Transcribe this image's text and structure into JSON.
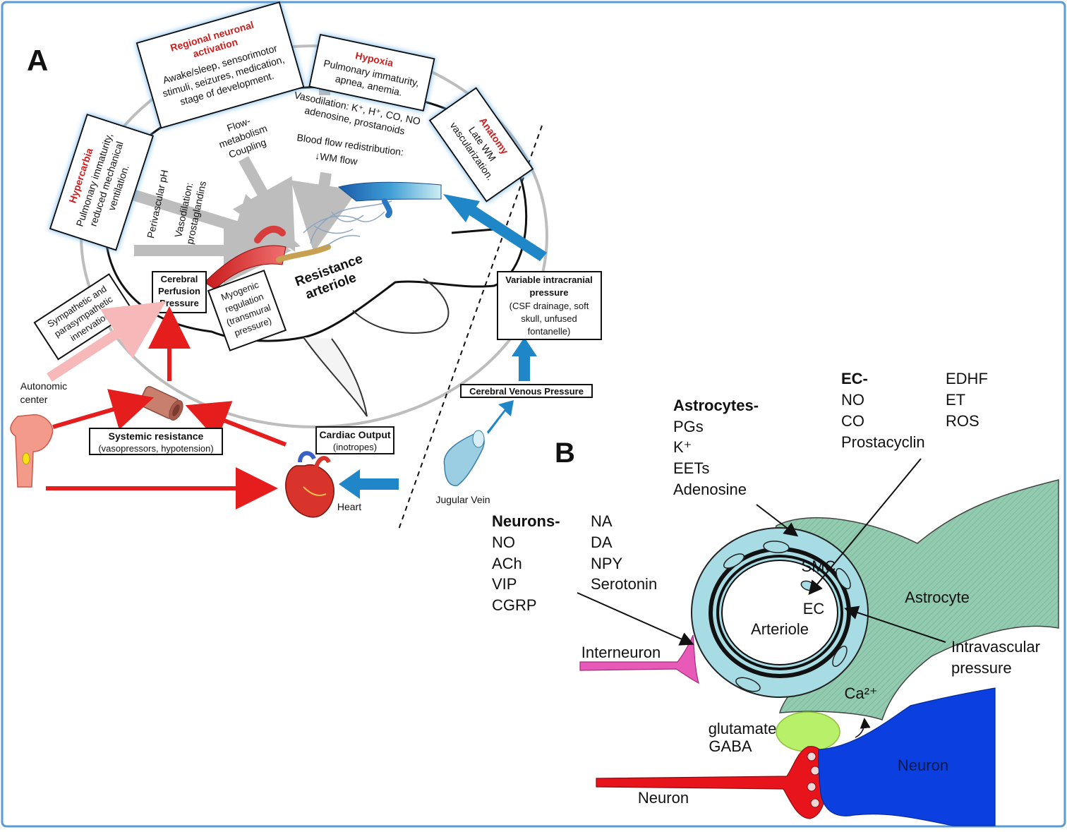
{
  "panel_labels": {
    "a": "A",
    "b": "B"
  },
  "boxes": {
    "regional": {
      "title_lines": [
        "Regional neuronal",
        "activation"
      ],
      "body_lines": [
        "Awake/sleep, sensorimotor",
        "stimuli, seizures, medication,",
        "stage of development."
      ]
    },
    "hypoxia": {
      "title": "Hypoxia",
      "body_lines": [
        "Pulmonary immaturity,",
        "apnea, anemia."
      ]
    },
    "anatomy": {
      "title": "Anatomy",
      "body_lines": [
        "Late WM",
        "vascularization."
      ]
    },
    "hypercarbia": {
      "title": "Hypercarbia",
      "body_lines": [
        "Pulmonary immaturity,",
        "reduced mechanical",
        "ventilation."
      ]
    },
    "cpp": {
      "lines": [
        "Cerebral",
        "Perfusion",
        "Pressure"
      ]
    },
    "myogenic": {
      "lines": [
        "Myogenic",
        "regulation",
        "(transmural",
        "pressure)"
      ]
    },
    "symp": {
      "lines": [
        "Sympathetic and",
        "parasympathetic",
        "innervation"
      ]
    },
    "vip": {
      "title": "Variable intracranial",
      "title2": "pressure",
      "body_lines": [
        "(CSF drainage, soft",
        "skull, unfused",
        "fontanelle)"
      ]
    },
    "cvp": {
      "text": "Cerebral Venous Pressure"
    },
    "systemic": {
      "title": "Systemic resistance",
      "body": "(vasopressors, hypotension)"
    },
    "cardiac": {
      "title": "Cardiac Output",
      "body": "(inotropes)"
    }
  },
  "labels_a": {
    "vasodilation_1": "Vasodilation: K⁺, H⁺, CO, NO",
    "vasodilation_2": "adenosine, prostanoids",
    "blood_flow_1": "Blood flow redistribution:",
    "blood_flow_2": "↓WM flow",
    "flow_metabolism": [
      "Flow-",
      "metabolism",
      "Coupling"
    ],
    "perivascular": "Perivascular pH",
    "vasodilation_pg": [
      "Vasodilation:",
      "prostaglandins"
    ],
    "resistance": [
      "Resistance",
      "arteriole"
    ],
    "autonomic": [
      "Autonomic",
      "center"
    ],
    "jugular": "Jugular Vein",
    "heart": "Heart"
  },
  "panel_b": {
    "astrocytes": {
      "title": "Astrocytes-",
      "items": [
        "PGs",
        "K⁺",
        "EETs",
        "Adenosine"
      ]
    },
    "ec": {
      "title": "EC-",
      "items": [
        "NO",
        "CO",
        "Prostacyclin"
      ],
      "items2": [
        "EDHF",
        "ET",
        "ROS"
      ]
    },
    "neurons": {
      "title": "Neurons-",
      "items": [
        "NO",
        "ACh",
        "VIP",
        "CGRP"
      ],
      "items2": [
        "NA",
        "DA",
        "NPY",
        "Serotonin"
      ]
    },
    "smc": "SMC",
    "ec_label": "EC",
    "arteriole": "Arteriole",
    "astrocyte": "Astrocyte",
    "interneuron": "Interneuron",
    "intravascular": [
      "Intravascular",
      "pressure"
    ],
    "ca": "Ca²⁺",
    "glutamate": "glutamate",
    "gaba": "GABA",
    "neuron_blue": "Neuron",
    "neuron_red": "Neuron"
  },
  "colors": {
    "frame": "#5b9bd5",
    "red_arrow": "#e51d1d",
    "blue_arrow": "#1f86c8",
    "grey_arrow": "#bdbdbd",
    "astro": "#93cbb0",
    "vessel": "#a8dce4",
    "interneuron": "#e85ab8",
    "neuron_blue": "#0b3fe0",
    "neuron_red": "#e8141c",
    "glut": "#b9f06a"
  }
}
